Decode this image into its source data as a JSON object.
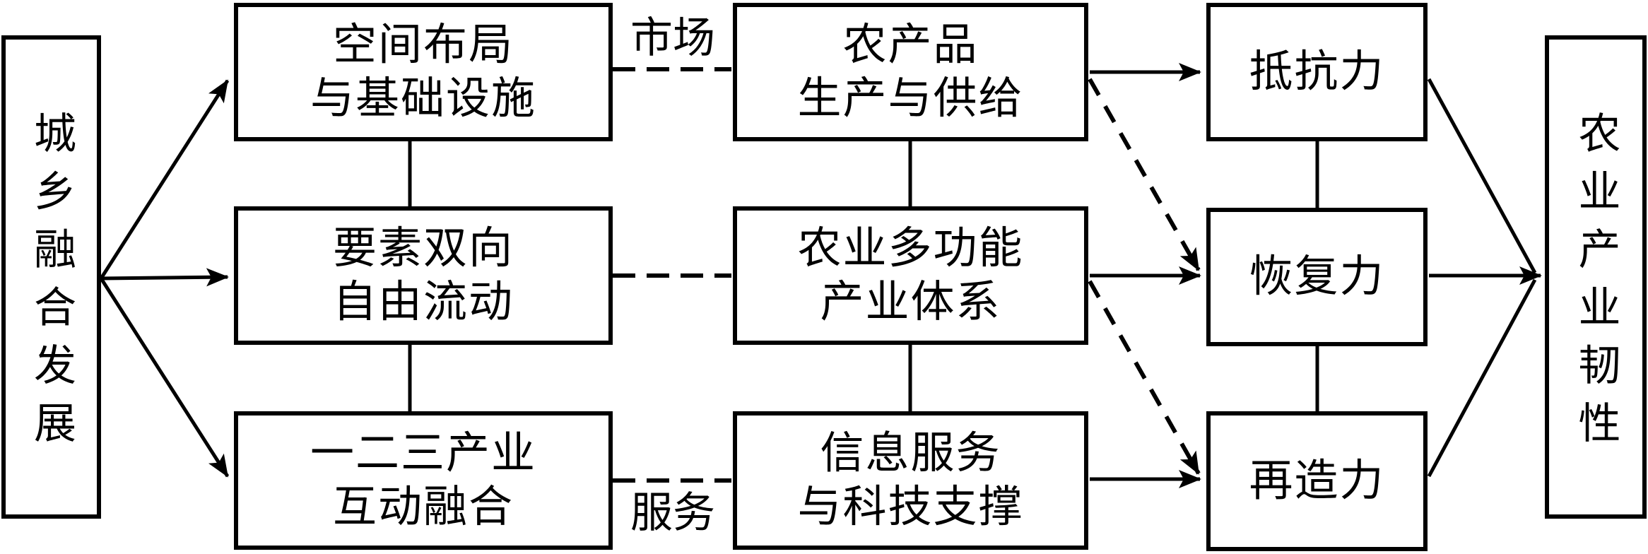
{
  "diagram": {
    "title_hint": "urban-rural-integration to agricultural-industry-resilience flow diagram",
    "colors": {
      "stroke": "#000000",
      "background": "#ffffff"
    },
    "source": {
      "label": "城乡融合发展"
    },
    "outcome": {
      "label": "农业产业韧性"
    },
    "mechanisms": [
      {
        "line1": "空间布局",
        "line2": "与基础设施"
      },
      {
        "line1": "要素双向",
        "line2": "自由流动"
      },
      {
        "line1": "一二三产业",
        "line2": "互动融合"
      }
    ],
    "systems": [
      {
        "line1": "农产品",
        "line2": "生产与供给"
      },
      {
        "line1": "农业多功能",
        "line2": "产业体系"
      },
      {
        "line1": "信息服务",
        "line2": "与科技支撑"
      }
    ],
    "capacities": [
      {
        "label": "抵抗力"
      },
      {
        "label": "恢复力"
      },
      {
        "label": "再造力"
      }
    ],
    "edge_labels": {
      "market": "市场",
      "service": "服务"
    }
  }
}
